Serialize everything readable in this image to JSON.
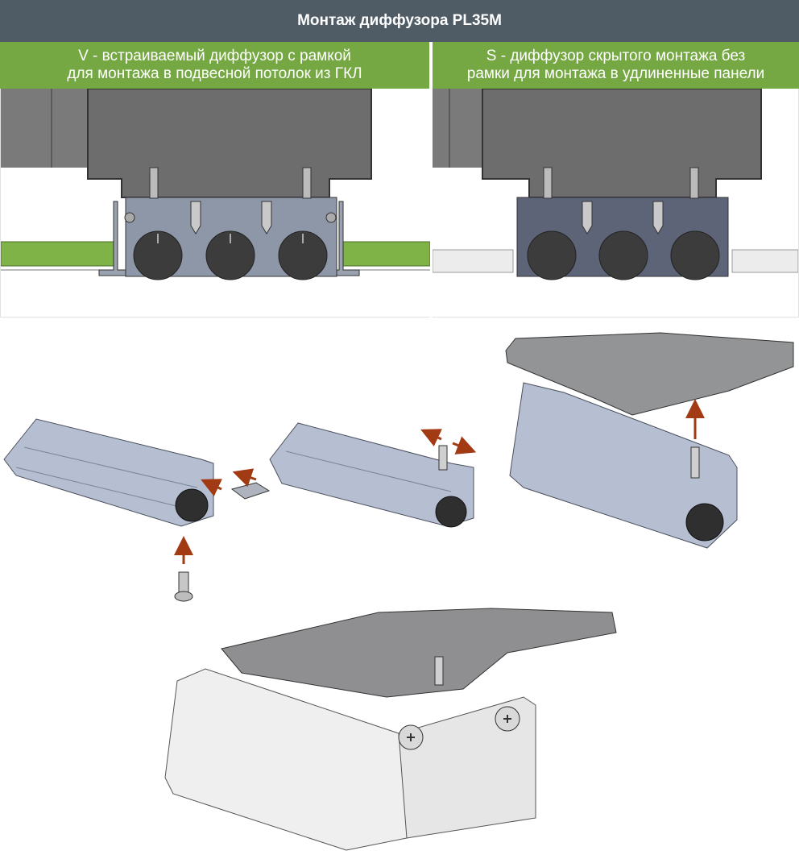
{
  "header": {
    "title": "Монтаж диффузора PL35M"
  },
  "columns": [
    {
      "label_line1": "V - встраиваемый диффузор с рамкой",
      "label_line2": "для монтажа в подвесной потолок из ГКЛ"
    },
    {
      "label_line1": "S - диффузор скрытого монтажа без",
      "label_line2": "рамки для монтажа в удлиненные панели"
    }
  ],
  "colors": {
    "title_bar": "#4f5c66",
    "column_header": "#75a843",
    "arrow": "#a23a14",
    "plasterboard": "#7fb347",
    "profile": "#aab3c7",
    "housing": "#6e6e6e"
  }
}
